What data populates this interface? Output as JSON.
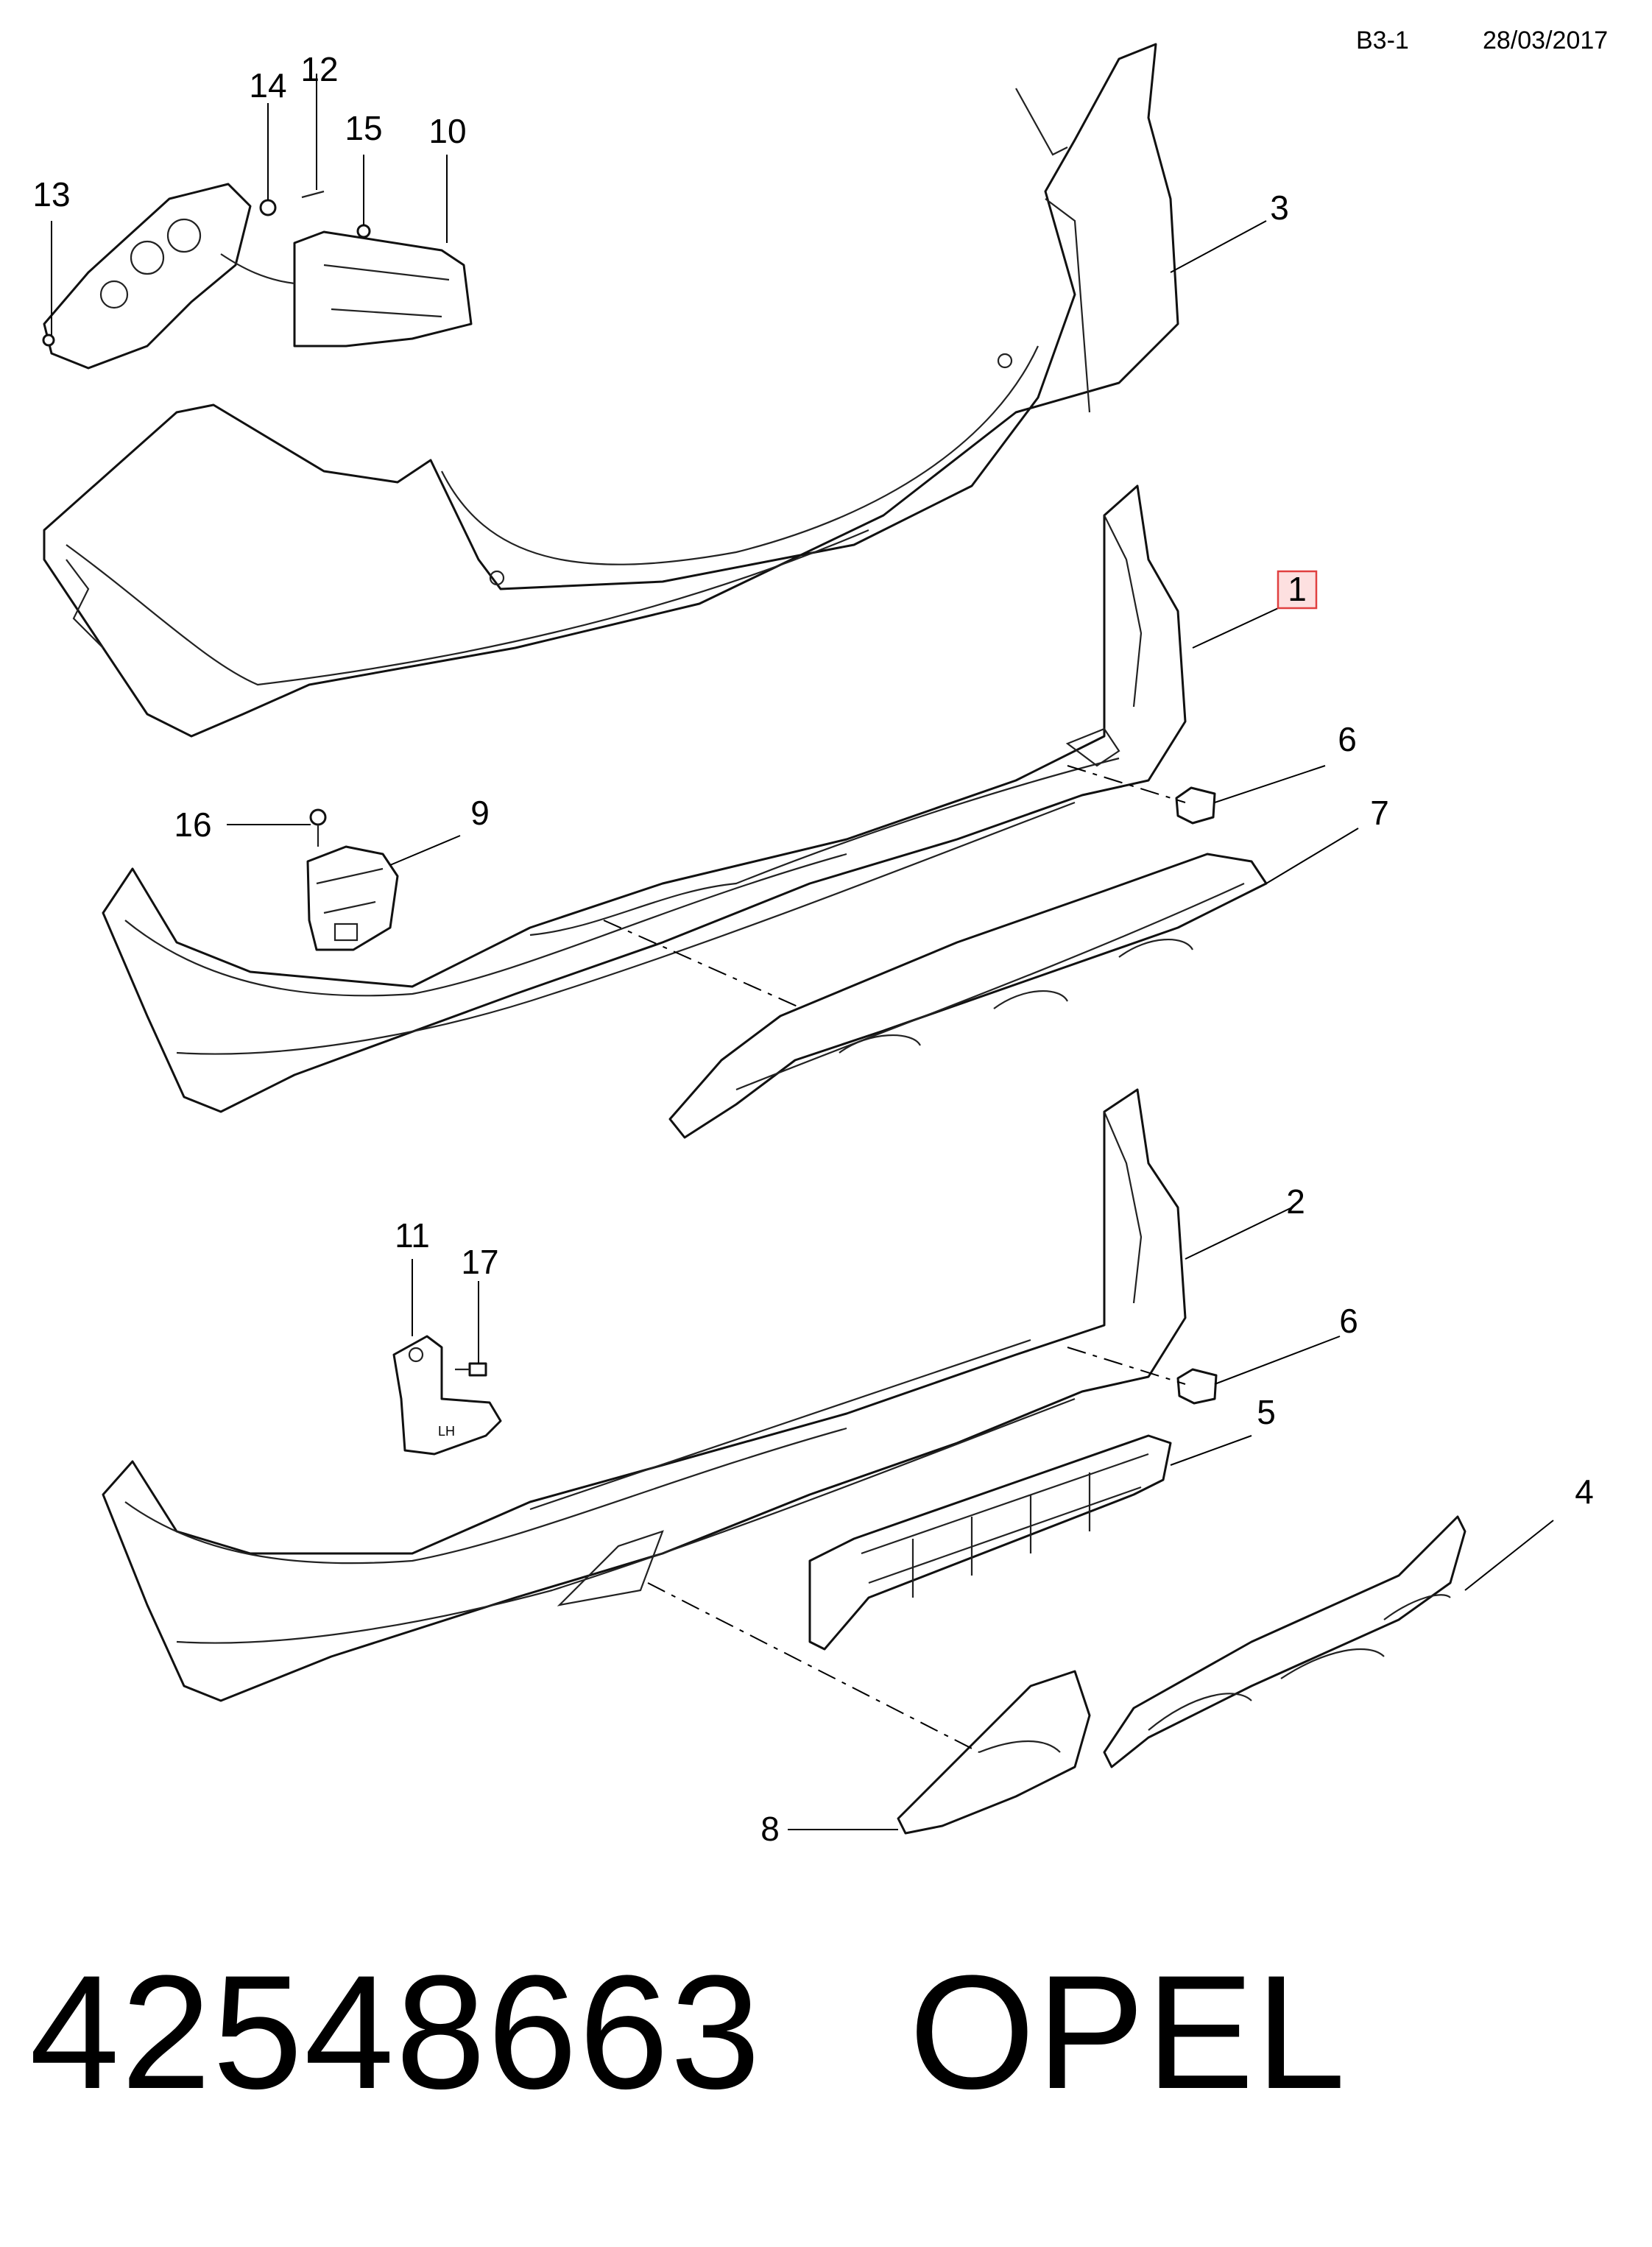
{
  "header": {
    "sheet": "B3-1",
    "date": "28/03/2017"
  },
  "callouts": {
    "c1": "1",
    "c2": "2",
    "c3": "3",
    "c4": "4",
    "c5": "5",
    "c6a": "6",
    "c6b": "6",
    "c7": "7",
    "c8": "8",
    "c9": "9",
    "c10": "10",
    "c11": "11",
    "c12": "12",
    "c13": "13",
    "c14": "14",
    "c15": "15",
    "c16": "16",
    "c17": "17"
  },
  "highlight_color": "#e04040",
  "bracket_label": "LH",
  "footer": {
    "part_number": "42548663",
    "brand": "OPEL"
  }
}
